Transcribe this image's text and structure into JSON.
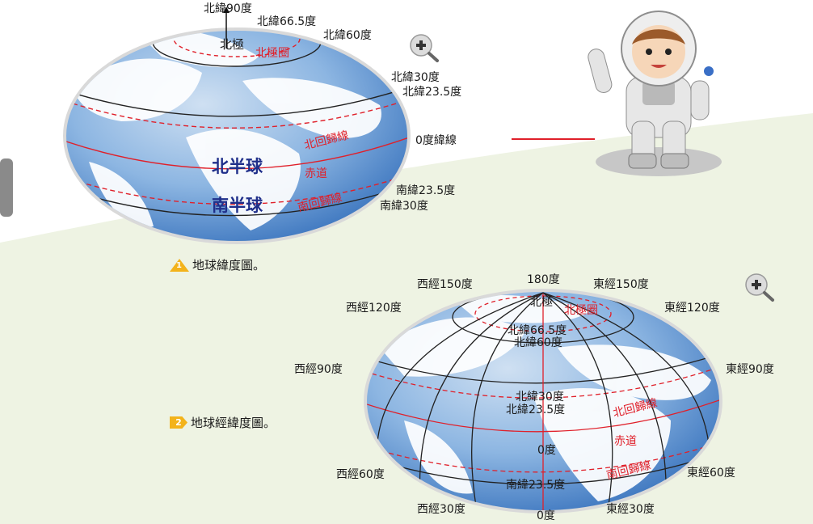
{
  "globe1": {
    "top_labels": {
      "north_90": "北緯90度",
      "north_66_5": "北緯66.5度",
      "north_60": "北緯60度",
      "north_pole": "北極",
      "arctic_circle": "北極圈",
      "north_30": "北緯30度",
      "north_23_5": "北緯23.5度",
      "equator_0": "0度緯線",
      "tropic_cancer": "北回歸線",
      "equator": "赤道",
      "tropic_capricorn": "南回歸線",
      "south_23_5": "南緯23.5度",
      "south_30": "南緯30度"
    },
    "northern_hemisphere": "北半球",
    "southern_hemisphere": "南半球"
  },
  "caption1": {
    "num": "1",
    "text": "地球緯度圖。"
  },
  "caption2": {
    "num": "2",
    "text": "地球經緯度圖。"
  },
  "globe2": {
    "deg180": "180度",
    "west150": "西經150度",
    "east150": "東經150度",
    "west120": "西經120度",
    "east120": "東經120度",
    "north_pole": "北極",
    "arctic_circle": "北極圈",
    "north_66_5": "北緯66.5度",
    "north_60": "北緯60度",
    "west90": "西經90度",
    "east90": "東經90度",
    "north_30": "北緯30度",
    "north_23_5": "北緯23.5度",
    "tropic_cancer": "北回歸線",
    "equator": "赤道",
    "deg0_center": "0度",
    "tropic_capricorn": "南回歸線",
    "west60": "西經60度",
    "east60": "東經60度",
    "south_23_5": "南緯23.5度",
    "west30": "西經30度",
    "east30": "東經30度",
    "deg0_bottom": "0度"
  },
  "colors": {
    "ocean": "#6e9fd6",
    "land": "#ffffff",
    "background_green": "#eef3e3",
    "accent_red": "#e0202a",
    "badge": "#f3b31b"
  },
  "icons": [
    "zoom-in-icon",
    "astronaut-illustration"
  ]
}
